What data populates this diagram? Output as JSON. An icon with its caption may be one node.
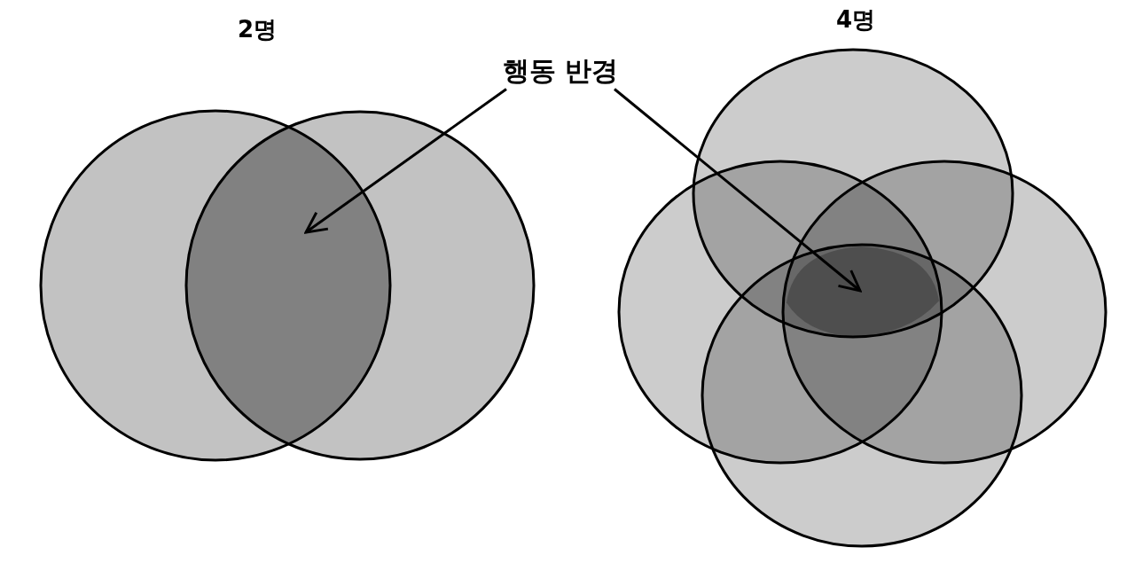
{
  "diagram": {
    "nodes": [
      {
        "text": [
          "행동 반경"
        ]
      },
      {
        "text": [],
        "shape": "lens"
      },
      {
        "text": [],
        "shape": "region"
      }
    ],
    "edges": [
      {
        "from": 0,
        "to": 1,
        "arrow": "to"
      },
      {
        "from": 0,
        "to": 2,
        "arrow": "to"
      }
    ],
    "labels": [
      "2명",
      "4명"
    ]
  }
}
